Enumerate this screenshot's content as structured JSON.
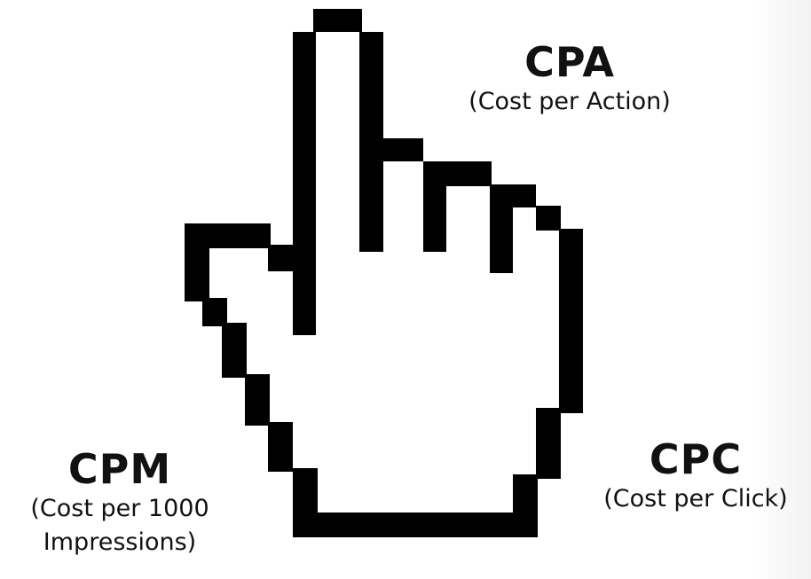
{
  "labels": {
    "cpa": {
      "title": "CPA",
      "description": "(Cost per Action)"
    },
    "cpm": {
      "title": "CPM",
      "description_line1": "(Cost per 1000",
      "description_line2": "Impressions)"
    },
    "cpc": {
      "title": "CPC",
      "description": "(Cost per Click)"
    }
  },
  "colors": {
    "outline": "#000000",
    "fill": "#ffffff",
    "text": "#111111"
  },
  "icons": {
    "central": "pointing-hand-cursor-icon"
  }
}
